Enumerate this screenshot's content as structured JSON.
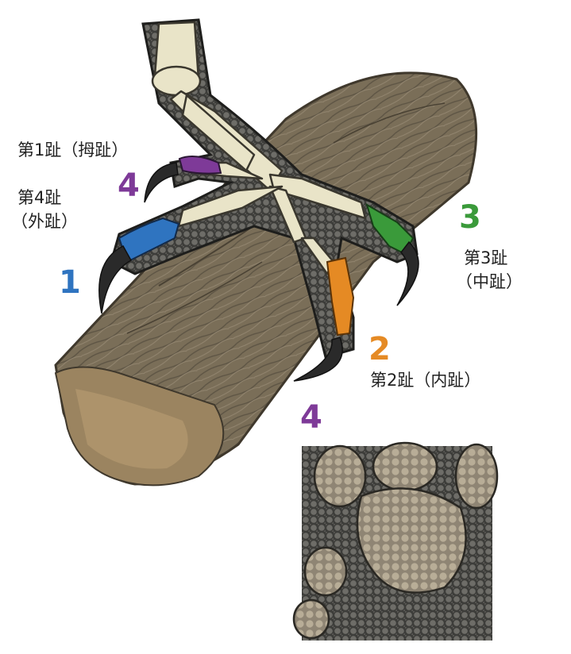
{
  "labels": {
    "toe1_line1": "第1趾（拇趾）",
    "toe4_line1": "第4趾",
    "toe4_line2": "（外趾）",
    "toe3_line1": "第3趾",
    "toe3_line2": "（中趾）",
    "toe2_line1": "第2趾（内趾）"
  },
  "numbers": {
    "toe1_num": "4",
    "toe4_num": "1",
    "toe3_num": "3",
    "toe2_num": "2",
    "pad_num": "4"
  },
  "colors": {
    "purple": "#7e3a98",
    "blue": "#2f74c0",
    "green": "#3a9a3a",
    "orange": "#e58a24",
    "bone": "#e9e4c8",
    "skin": "#3b3b38",
    "wood": "#7a6e58",
    "claw": "#2a2a2a"
  },
  "icons": [
    "log-illustration",
    "foot-skeleton",
    "foot-sole-illustration"
  ]
}
